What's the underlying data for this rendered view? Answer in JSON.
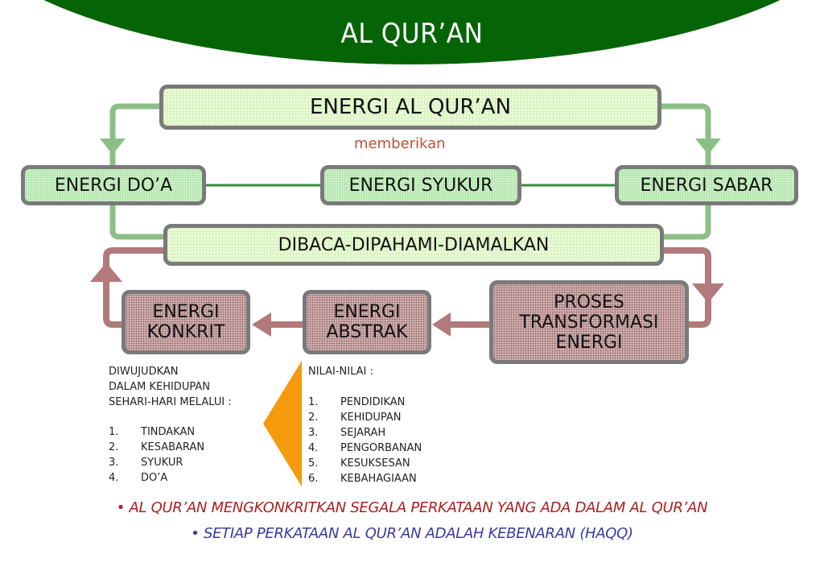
{
  "header": {
    "title": "AL QUR’AN",
    "color": "#056405"
  },
  "top_box": {
    "label": "ENERGI AL QUR’AN"
  },
  "connector_label": "memberikan",
  "energy_boxes": [
    {
      "label": "ENERGI DO’A"
    },
    {
      "label": "ENERGI SYUKUR"
    },
    {
      "label": "ENERGI SABAR"
    }
  ],
  "process_box": {
    "label": "DIBACA-DIPAHAMI-DIAMALKAN"
  },
  "flow_boxes": {
    "konkrit": {
      "line1": "ENERGI",
      "line2": "KONKRIT"
    },
    "abstrak": {
      "line1": "ENERGI",
      "line2": "ABSTRAK"
    },
    "transformasi": {
      "line1": "PROSES",
      "line2": "TRANSFORMASI",
      "line3": "ENERGI"
    }
  },
  "left_list": {
    "intro": [
      "DIWUJUDKAN",
      "DALAM KEHIDUPAN",
      "SEHARI-HARI MELALUI :"
    ],
    "items": [
      {
        "num": "1.",
        "text": "TINDAKAN"
      },
      {
        "num": "2.",
        "text": "KESABARAN"
      },
      {
        "num": "3.",
        "text": "SYUKUR"
      },
      {
        "num": "4.",
        "text": "DO’A"
      }
    ]
  },
  "right_list": {
    "intro": "NILAI-NILAI :",
    "items": [
      {
        "num": "1.",
        "text": "PENDIDIKAN"
      },
      {
        "num": "2.",
        "text": "KEHIDUPAN"
      },
      {
        "num": "3.",
        "text": "SEJARAH"
      },
      {
        "num": "4.",
        "text": "PENGORBANAN"
      },
      {
        "num": "5.",
        "text": "KESUKSESAN"
      },
      {
        "num": "6.",
        "text": "KEBAHAGIAAN"
      }
    ]
  },
  "bullets": [
    {
      "text": "• AL QUR’AN MENGKONKRITKAN SEGALA PERKATAAN YANG ADA DALAM AL QUR’AN",
      "color": "#b01e1e"
    },
    {
      "text": "• SETIAP PERKATAAN AL QUR’AN ADALAH KEBENARAN (HAQQ)",
      "color": "#3a3aa0"
    }
  ],
  "colors": {
    "green_connector": "#8cbf86",
    "red_connector": "#b27a7a",
    "orange_triangle": "#f49a0c"
  }
}
